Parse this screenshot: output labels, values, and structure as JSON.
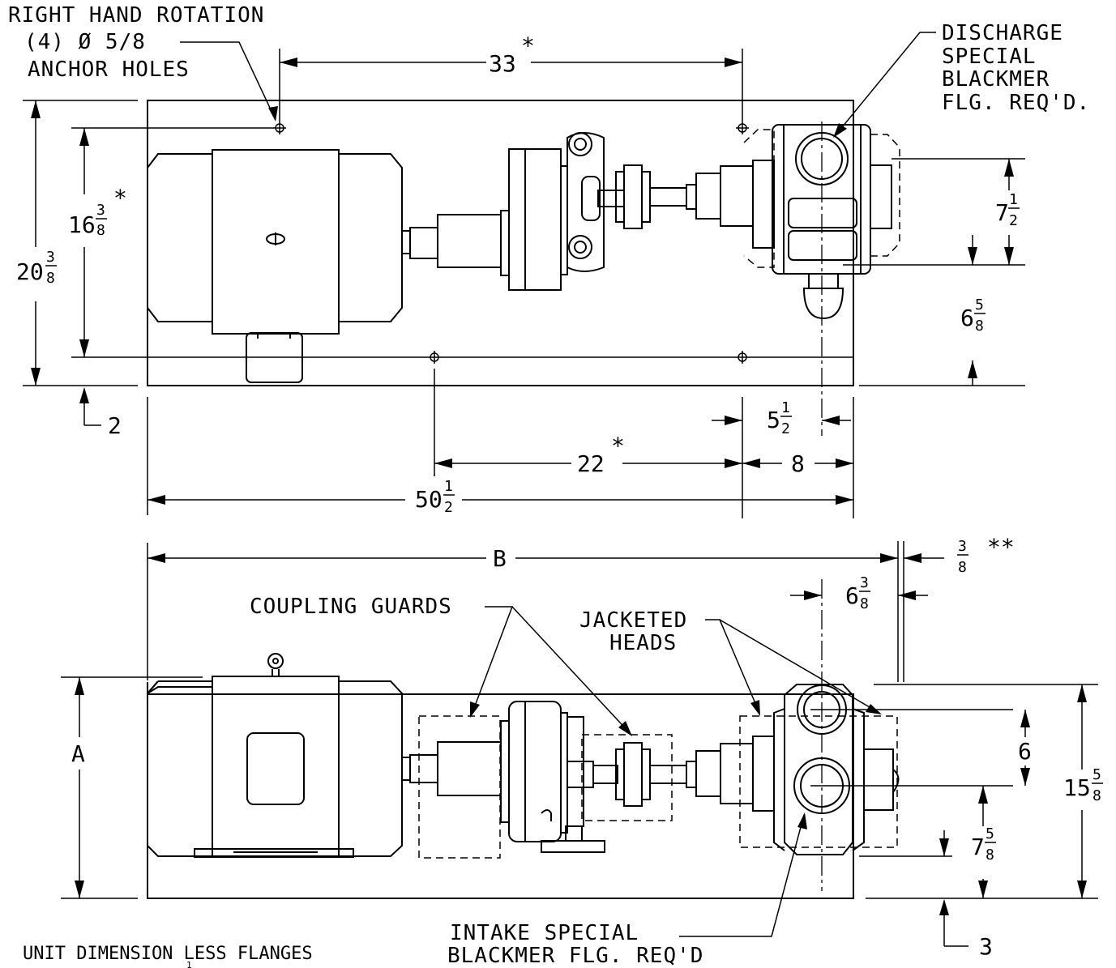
{
  "notes": {
    "rotation_line1": "RIGHT HAND ROTATION",
    "rotation_line2": "(4) Ø 5/8",
    "rotation_line3": "ANCHOR HOLES",
    "discharge_line1": "DISCHARGE",
    "discharge_line2": "SPECIAL",
    "discharge_line3": "BLACKMER",
    "discharge_line4": "FLG. REQ'D.",
    "coupling_guards": "COUPLING GUARDS",
    "jacketed_line1": "JACKETED",
    "jacketed_line2": "HEADS",
    "intake_line1": "INTAKE  SPECIAL",
    "intake_line2": "BLACKMER FLG. REQ'D",
    "unit_note": "UNIT DIMENSION LESS FLANGES",
    "unit_note_mark": "1"
  },
  "dims": {
    "d33": "33",
    "d33_mark": "*",
    "d16_whole": "16",
    "d16_num": "3",
    "d16_den": "8",
    "d16_mark": "*",
    "d20_whole": "20",
    "d20_num": "3",
    "d20_den": "8",
    "d2": "2",
    "d7a_whole": "7",
    "d7a_num": "1",
    "d7a_den": "2",
    "d6a_whole": "6",
    "d6a_num": "5",
    "d6a_den": "8",
    "d5_whole": "5",
    "d5_num": "1",
    "d5_den": "2",
    "d22": "22",
    "d22_mark": "*",
    "d8": "8",
    "d50_whole": "50",
    "d50_num": "1",
    "d50_den": "2",
    "dB": "B",
    "d38_num": "3",
    "d38_den": "8",
    "d38_mark": "**",
    "d6b_whole": "6",
    "d6b_num": "3",
    "d6b_den": "8",
    "dA": "A",
    "d6": "6",
    "d15_whole": "15",
    "d15_num": "5",
    "d15_den": "8",
    "d7b_whole": "7",
    "d7b_num": "5",
    "d7b_den": "8",
    "d3": "3"
  }
}
